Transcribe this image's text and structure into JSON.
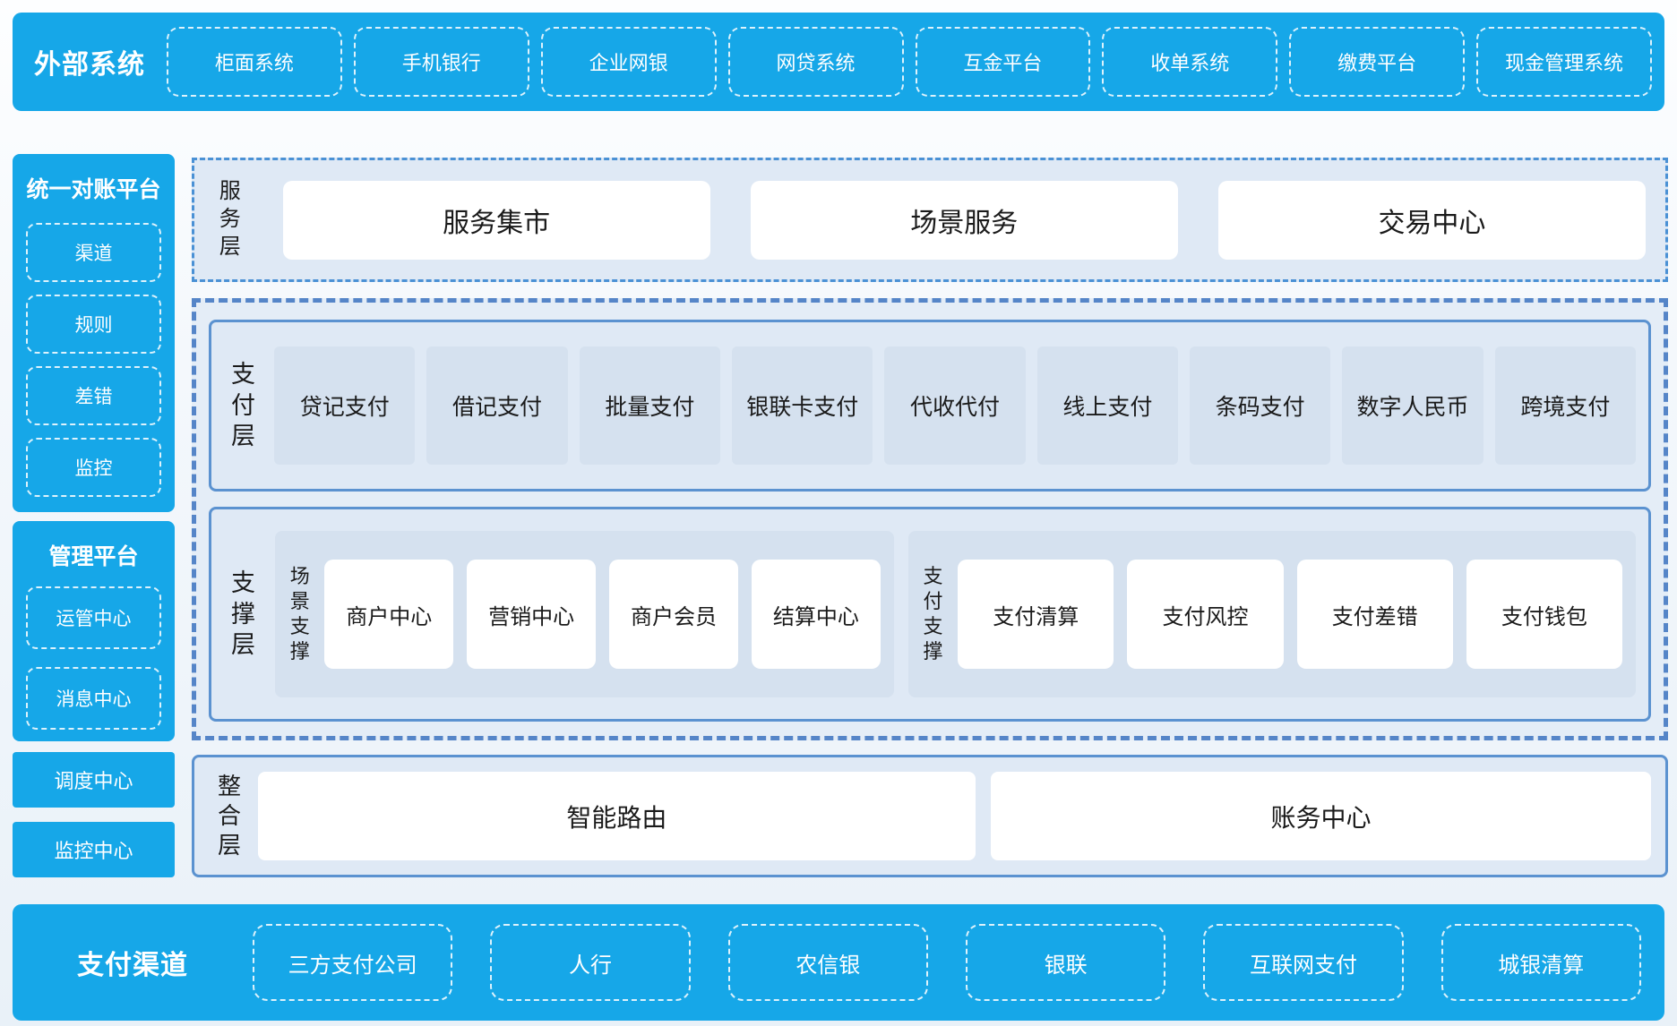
{
  "colors": {
    "accent_blue": "#16a7e8",
    "panel_bg": "#dfe9f5",
    "item_bg": "#d5e1ef",
    "solid_border": "#5b92d0",
    "dashed_border": "#5585c8",
    "dashdot_border": "#4a91d5"
  },
  "external_systems": {
    "label": "外部系统",
    "items": [
      "柜面系统",
      "手机银行",
      "企业网银",
      "网贷系统",
      "互金平台",
      "收单系统",
      "缴费平台",
      "现金管理系统"
    ]
  },
  "reconciliation_platform": {
    "title": "统一对账平台",
    "items": [
      "渠道",
      "规则",
      "差错",
      "监控"
    ]
  },
  "management_platform": {
    "title": "管理平台",
    "items": [
      "运管中心",
      "消息中心"
    ]
  },
  "dispatch_center": "调度中心",
  "monitor_center": "监控中心",
  "service_layer": {
    "label": "服务层",
    "items": [
      "服务集市",
      "场景服务",
      "交易中心"
    ]
  },
  "payment_layer": {
    "label": "支付层",
    "items": [
      "贷记支付",
      "借记支付",
      "批量支付",
      "银联卡支付",
      "代收代付",
      "线上支付",
      "条码支付",
      "数字人民币",
      "跨境支付"
    ]
  },
  "support_layer": {
    "label": "支撑层",
    "groups": [
      {
        "label": "场景支撑",
        "items": [
          "商户中心",
          "营销中心",
          "商户会员",
          "结算中心"
        ]
      },
      {
        "label": "支付支撑",
        "items": [
          "支付清算",
          "支付风控",
          "支付差错",
          "支付钱包"
        ]
      }
    ]
  },
  "integration_layer": {
    "label": "整合层",
    "items": [
      "智能路由",
      "账务中心"
    ]
  },
  "payment_channels": {
    "label": "支付渠道",
    "items": [
      "三方支付公司",
      "人行",
      "农信银",
      "银联",
      "互联网支付",
      "城银清算"
    ]
  }
}
